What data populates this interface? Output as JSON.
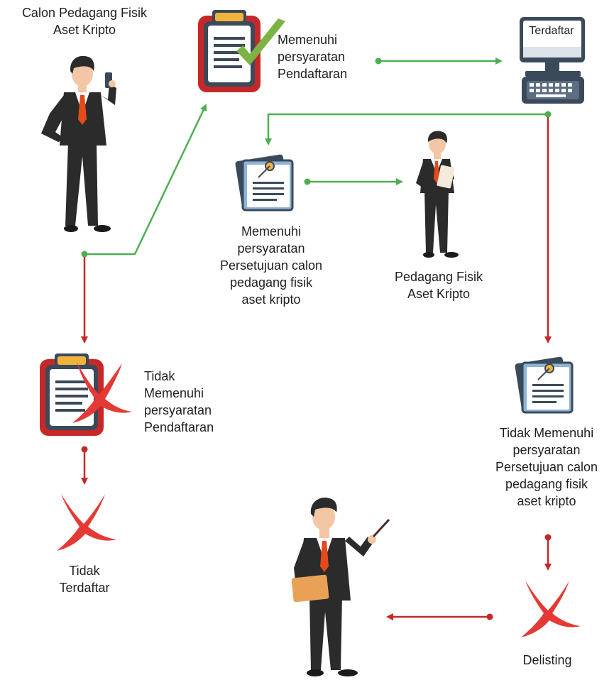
{
  "labels": {
    "candidate": "Calon Pedagang Fisik\nAset Kripto",
    "meets_registration": "Memenuhi\npersyaratan\nPendaftaran",
    "registered_screen": "Terdaftar",
    "meets_approval": "Memenuhi\npersyaratan\nPersetujuan calon\npedagang fisik\naset kripto",
    "trader": "Pedagang Fisik\nAset Kripto",
    "fails_registration": "Tidak\nMemenuhi\npersyaratan\nPendaftaran",
    "not_registered": "Tidak\nTerdaftar",
    "fails_approval": "Tidak Memenuhi\npersyaratan\nPersetujuan calon\npedagang fisik\naset kripto",
    "delisting": "Delisting"
  },
  "colors": {
    "green_arrow": "#4caf50",
    "red_arrow": "#c62828",
    "red_x": "#e53935",
    "check": "#7cb342",
    "suit": "#2b2b2b",
    "tie": "#e64a19",
    "clipboard_red": "#c62828",
    "clipboard_navy": "#3a4a5a",
    "folder": "#e9a255"
  }
}
